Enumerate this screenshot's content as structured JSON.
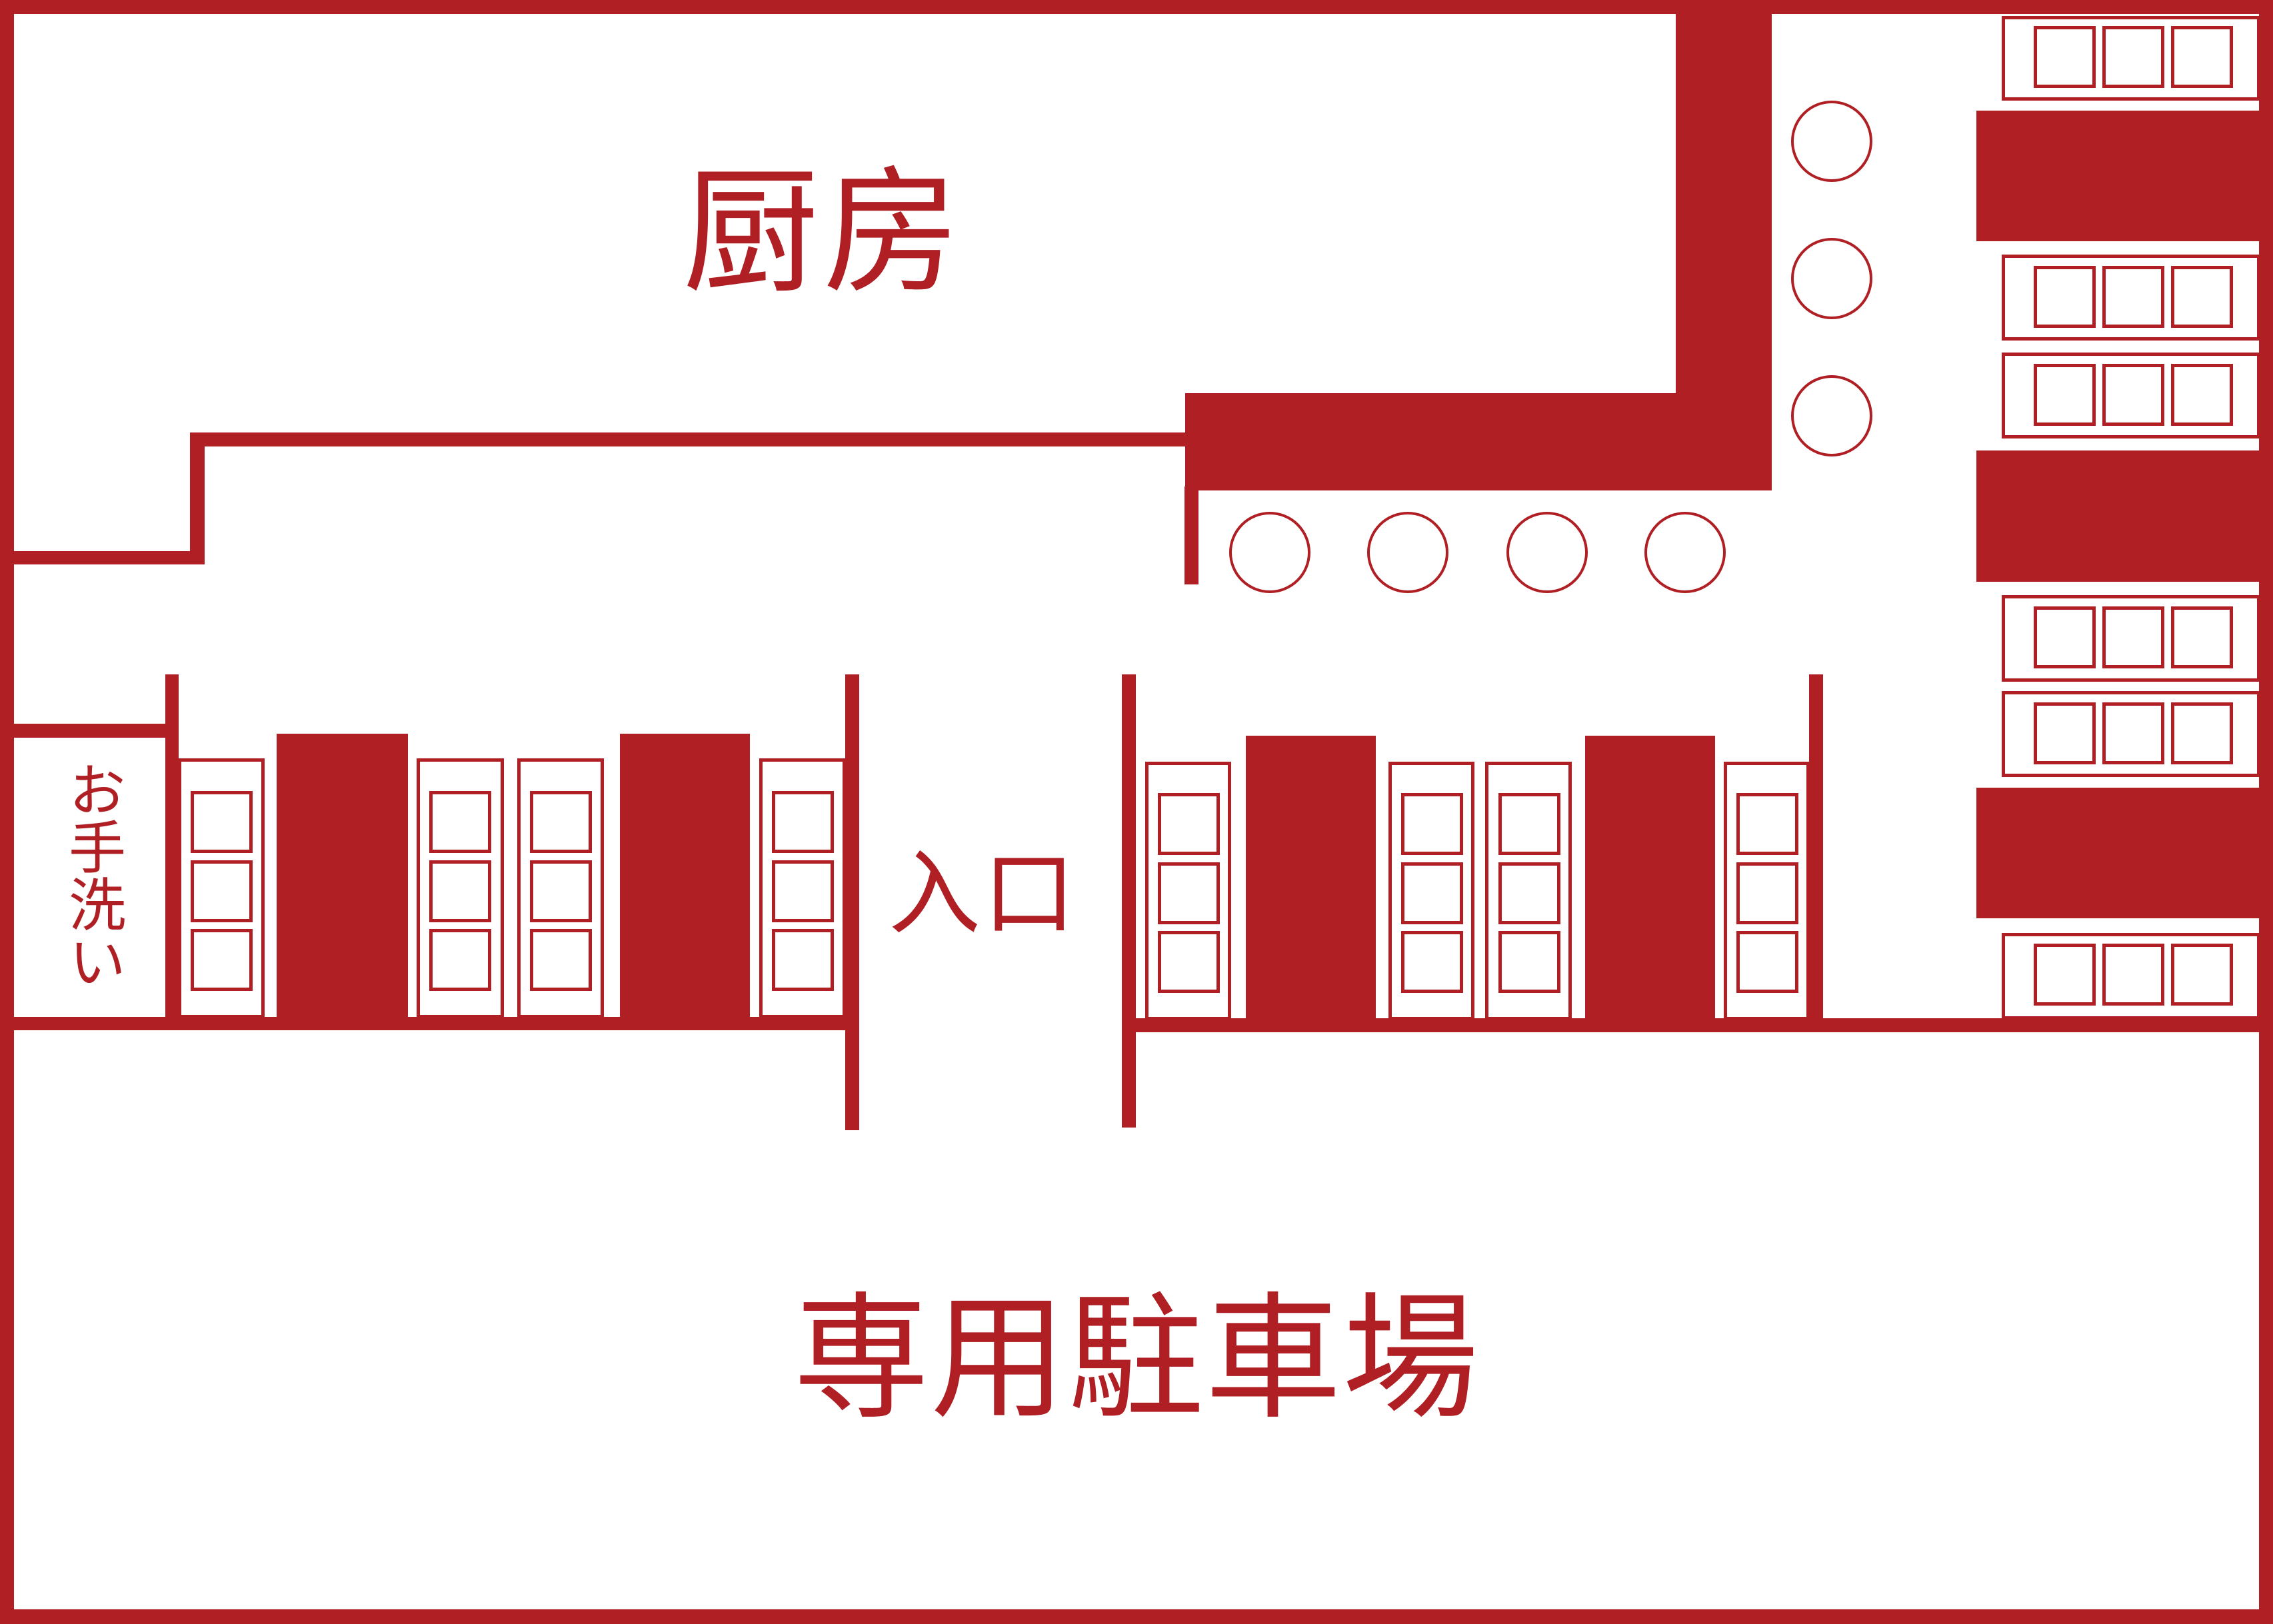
{
  "labels": {
    "kitchen": "厨房",
    "entrance": "入口",
    "restroom": "お手洗い",
    "parking": "専用駐車場"
  },
  "colors": {
    "accent": "#AF1F24",
    "background": "#FFFFFF"
  },
  "floor_plan": {
    "areas": [
      "厨房",
      "入口",
      "お手洗い",
      "専用駐車場"
    ],
    "counter_stools": 7,
    "left_booth_row": {
      "benches": 4,
      "tables": 2,
      "cushions_per_bench": 3
    },
    "right_booth_row": {
      "benches": 4,
      "tables": 2,
      "cushions_per_bench": 3
    },
    "right_wall_booths": {
      "benches": 6,
      "tables": 3,
      "cushions_per_bench": 3
    }
  }
}
